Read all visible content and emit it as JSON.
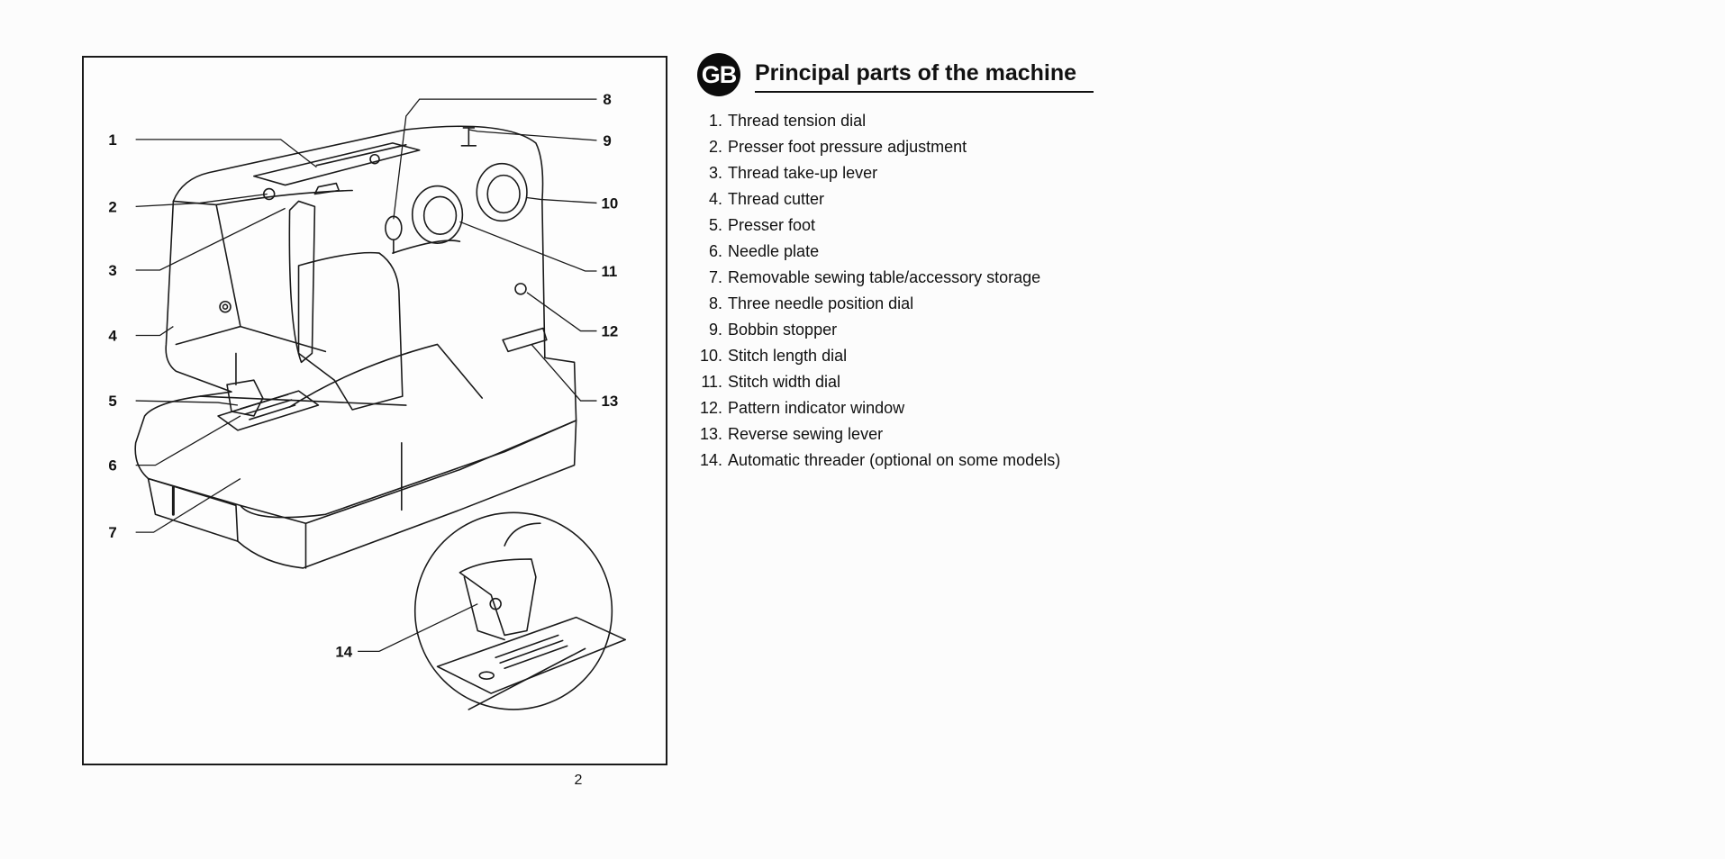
{
  "figure": {
    "callouts": [
      "1",
      "2",
      "3",
      "4",
      "5",
      "6",
      "7",
      "8",
      "9",
      "10",
      "11",
      "12",
      "13",
      "14"
    ]
  },
  "page_number": "2",
  "section": {
    "badge": "GB",
    "title": "Principal parts of the machine"
  },
  "parts": [
    {
      "num": "1.",
      "label": "Thread tension dial"
    },
    {
      "num": "2.",
      "label": "Presser foot pressure adjustment"
    },
    {
      "num": "3.",
      "label": "Thread take-up lever"
    },
    {
      "num": "4.",
      "label": "Thread cutter"
    },
    {
      "num": "5.",
      "label": "Presser foot"
    },
    {
      "num": "6.",
      "label": "Needle plate"
    },
    {
      "num": "7.",
      "label": "Removable sewing table/accessory storage"
    },
    {
      "num": "8.",
      "label": "Three needle position dial"
    },
    {
      "num": "9.",
      "label": "Bobbin stopper"
    },
    {
      "num": "10.",
      "label": "Stitch length dial"
    },
    {
      "num": "11.",
      "label": "Stitch width dial"
    },
    {
      "num": "12.",
      "label": "Pattern indicator window"
    },
    {
      "num": "13.",
      "label": "Reverse sewing lever"
    },
    {
      "num": "14.",
      "label": "Automatic threader (optional on some models)"
    }
  ]
}
